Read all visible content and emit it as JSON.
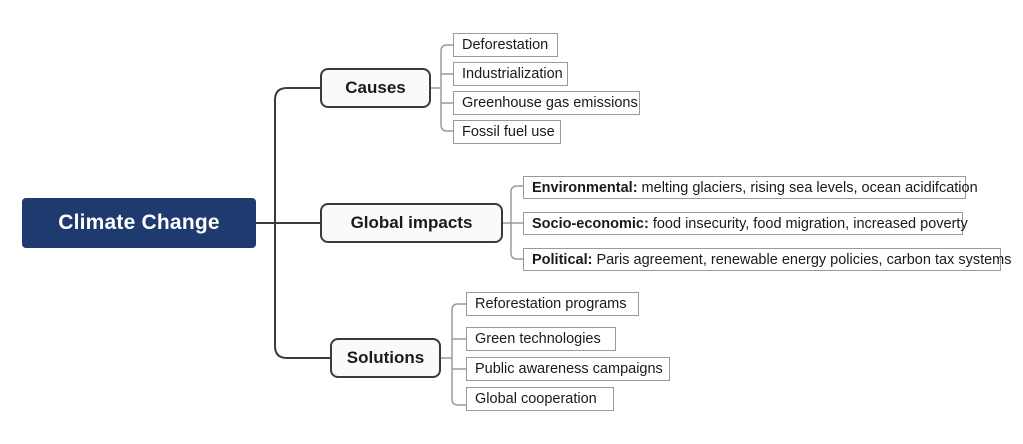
{
  "diagram": {
    "title": "Climate Change mind map",
    "root": {
      "label": "Climate Change",
      "color": "#1f3a6e",
      "text_color": "#ffffff"
    },
    "branches": [
      {
        "id": "causes",
        "label": "Causes",
        "leaves": [
          {
            "text": "Deforestation"
          },
          {
            "text": "Industrialization"
          },
          {
            "text": "Greenhouse gas emissions"
          },
          {
            "text": "Fossil fuel use"
          }
        ]
      },
      {
        "id": "global-impacts",
        "label": "Global impacts",
        "leaves": [
          {
            "lead": "Environmental:",
            "text": "melting glaciers, rising sea levels, ocean acidifcation"
          },
          {
            "lead": "Socio-economic:",
            "text": "food insecurity, food migration, increased poverty"
          },
          {
            "lead": "Political:",
            "text": "Paris agreement, renewable energy policies, carbon tax systems"
          }
        ]
      },
      {
        "id": "solutions",
        "label": "Solutions",
        "leaves": [
          {
            "text": "Reforestation programs"
          },
          {
            "text": "Green technologies"
          },
          {
            "text": "Public awareness campaigns"
          },
          {
            "text": "Global cooperation"
          }
        ]
      }
    ]
  },
  "style": {
    "background": "#ffffff",
    "branch_border": "#3a3a3a",
    "leaf_border": "#9a9a9a",
    "connector_main": "#3a3a3a",
    "connector_leaf": "#9a9a9a"
  }
}
